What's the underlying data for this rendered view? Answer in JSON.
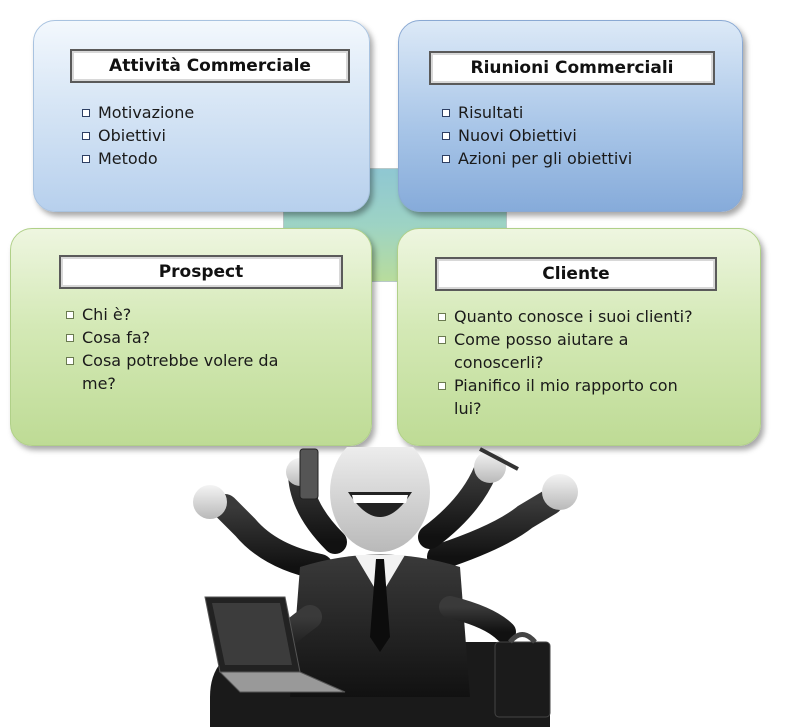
{
  "panels": [
    {
      "title": "Attività Commerciale",
      "items": [
        "Motivazione",
        "Obiettivi",
        "Metodo"
      ]
    },
    {
      "title": "Riunioni Commerciali",
      "items": [
        "Risultati",
        "Nuovi Obiettivi",
        "Azioni per gli obiettivi"
      ]
    },
    {
      "title": "Prospect",
      "items": [
        "Chi è?",
        "Cosa fa?",
        "Cosa potrebbe volere da me?"
      ]
    },
    {
      "title": "Cliente",
      "items": [
        "Quanto conosce i suoi clienti?",
        "Come posso aiutare a conoscerli?",
        "Pianifico il mio rapporto con lui?"
      ]
    }
  ],
  "colors": {
    "blue_panel": "#b7d0ed",
    "dark_blue_panel": "#86abda",
    "green_panel": "#bedb95",
    "center": "#9dd3c4"
  },
  "illustration": "multitasking businessman with six arms holding phone, pen, laptop and briefcase"
}
